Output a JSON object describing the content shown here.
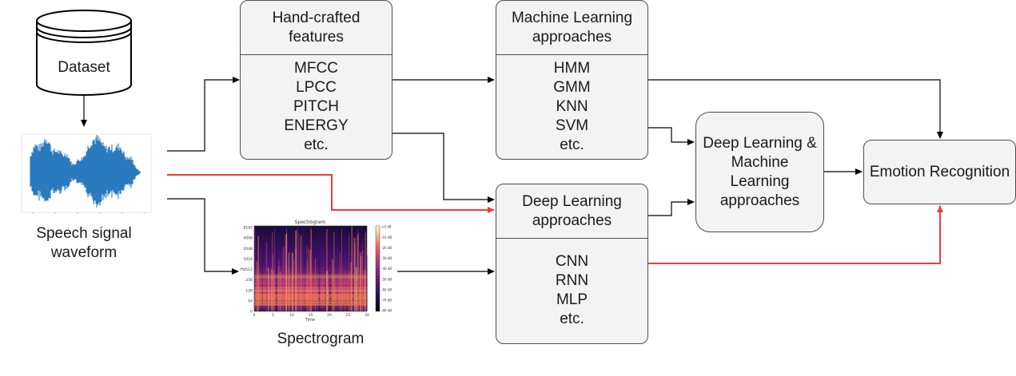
{
  "dataset": {
    "label": "Dataset"
  },
  "waveform": {
    "caption_line1": "Speech signal",
    "caption_line2": "waveform"
  },
  "spectrogram": {
    "caption": "Spectrogram",
    "plot_title": "Spectrogram",
    "y_ticks": [
      "8192",
      "4096",
      "2048",
      "1024",
      "512",
      "256",
      "128",
      "64",
      "0"
    ],
    "x_ticks": [
      "0",
      "5",
      "10",
      "15",
      "20",
      "25",
      "30"
    ],
    "x_label": "Time",
    "y_axis_label": "Hz",
    "colorbar_ticks": [
      "+0 dB",
      "-10 dB",
      "-20 dB",
      "-30 dB",
      "-40 dB",
      "-50 dB",
      "-60 dB",
      "-70 dB",
      "-80 dB"
    ]
  },
  "handcrafted": {
    "title_line1": "Hand-crafted",
    "title_line2": "features",
    "items": [
      "MFCC",
      "LPCC",
      "PITCH",
      "ENERGY",
      "etc."
    ]
  },
  "ml": {
    "title_line1": "Machine Learning",
    "title_line2": "approaches",
    "items": [
      "HMM",
      "GMM",
      "KNN",
      "SVM",
      "etc."
    ]
  },
  "dl": {
    "title_line1": "Deep Learning",
    "title_line2": "approaches",
    "items": [
      "CNN",
      "RNN",
      "MLP",
      "etc."
    ]
  },
  "hybrid": {
    "lines": [
      "Deep Learning &",
      "Machine",
      "Learning",
      "approaches"
    ]
  },
  "emotion": {
    "label": "Emotion Recognition"
  },
  "colors": {
    "line": "#000000",
    "highlight": "#ee3b3b",
    "box_fill": "#f3f3f3",
    "border": "#4d4d4d",
    "waveform": "#2a7bc0"
  }
}
